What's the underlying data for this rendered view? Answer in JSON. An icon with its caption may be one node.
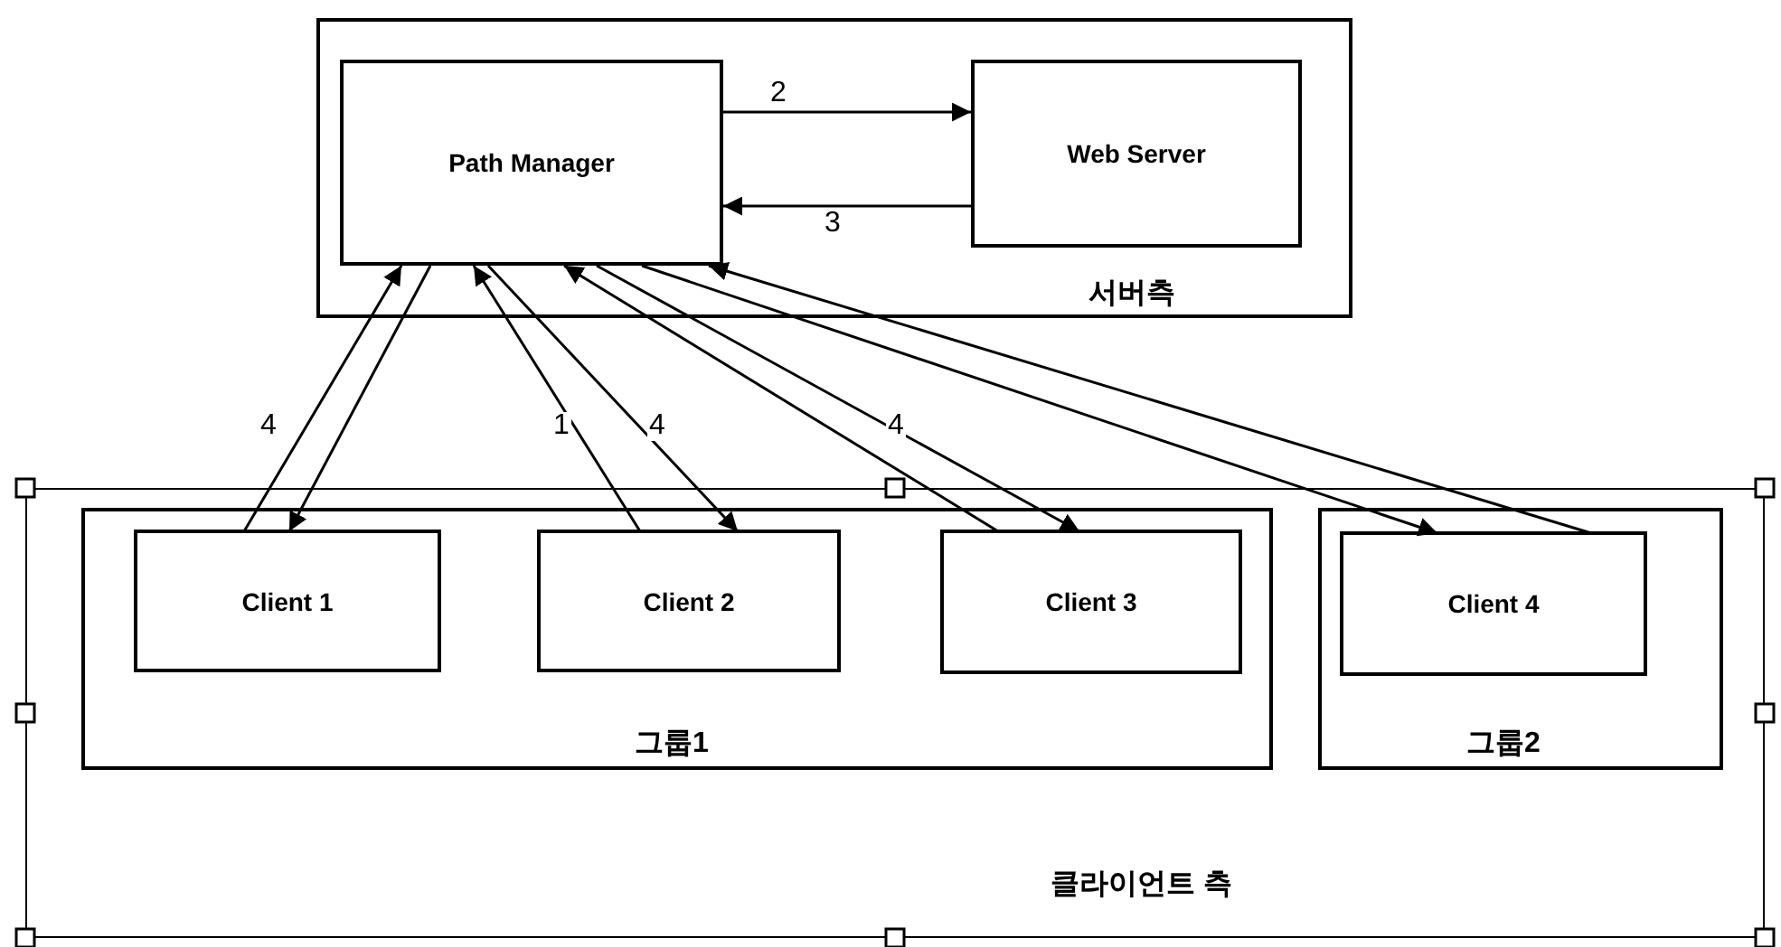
{
  "diagram": {
    "nodes": [
      {
        "text": [
          "서버측"
        ]
      },
      {
        "text": [
          "Path Manager"
        ],
        "in": 0
      },
      {
        "text": [
          "Web Server"
        ],
        "in": 0
      },
      {
        "text": [
          "클라이언트 측"
        ]
      },
      {
        "text": [
          "그룹1"
        ],
        "in": 3
      },
      {
        "text": [
          "Client 1"
        ],
        "in": 4
      },
      {
        "text": [
          "Client 2"
        ],
        "in": 4
      },
      {
        "text": [
          "Client 3"
        ],
        "in": 4
      },
      {
        "text": [
          "그룹2"
        ],
        "in": 3
      },
      {
        "text": [
          "Client 4"
        ],
        "in": 8
      }
    ],
    "edges": [
      {
        "from": 1,
        "to": 2,
        "arrow": "to",
        "label": "2"
      },
      {
        "from": 2,
        "to": 1,
        "arrow": "to",
        "label": "3"
      },
      {
        "from": 5,
        "to": 1,
        "arrow": "to",
        "label": "4"
      },
      {
        "from": 1,
        "to": 5,
        "arrow": "to"
      },
      {
        "from": 6,
        "to": 1,
        "arrow": "to",
        "label": "1"
      },
      {
        "from": 1,
        "to": 6,
        "arrow": "to",
        "label": "4"
      },
      {
        "from": 7,
        "to": 1,
        "arrow": "to"
      },
      {
        "from": 1,
        "to": 7,
        "arrow": "to",
        "label": "4"
      },
      {
        "from": 9,
        "to": 1,
        "arrow": "to"
      },
      {
        "from": 1,
        "to": 9,
        "arrow": "to"
      }
    ]
  }
}
